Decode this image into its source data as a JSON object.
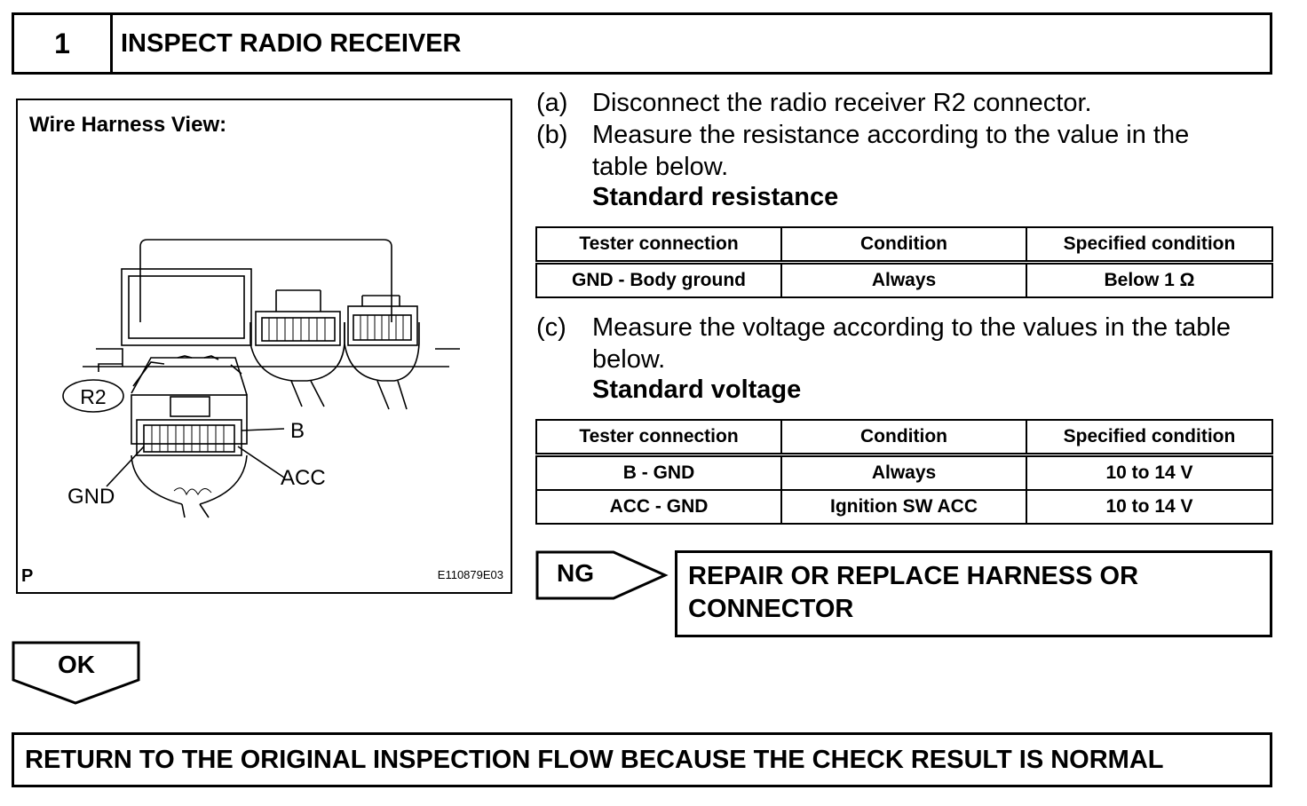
{
  "header": {
    "step_number": "1",
    "title": "INSPECT RADIO RECEIVER"
  },
  "figure": {
    "title": "Wire Harness View:",
    "connector_label": "R2",
    "pin_labels": {
      "b": "B",
      "acc": "ACC",
      "gnd": "GND"
    },
    "corner_letter": "P",
    "figure_code": "E110879E03"
  },
  "steps": [
    {
      "label": "(a)",
      "text": "Disconnect the radio receiver R2 connector."
    },
    {
      "label": "(b)",
      "text": "Measure the resistance according to the value in the table below."
    },
    {
      "label": "(c)",
      "text": "Measure the voltage according to the values in the table below."
    }
  ],
  "resistance": {
    "heading": "Standard resistance",
    "headers": [
      "Tester connection",
      "Condition",
      "Specified condition"
    ],
    "rows": [
      [
        "GND - Body ground",
        "Always",
        "Below 1 Ω"
      ]
    ]
  },
  "voltage": {
    "heading": "Standard voltage",
    "headers": [
      "Tester connection",
      "Condition",
      "Specified condition"
    ],
    "rows": [
      [
        "B - GND",
        "Always",
        "10 to 14 V"
      ],
      [
        "ACC - GND",
        "Ignition SW ACC",
        "10 to 14 V"
      ]
    ]
  },
  "ng": {
    "label": "NG",
    "result": "REPAIR OR REPLACE HARNESS OR CONNECTOR"
  },
  "ok": {
    "label": "OK",
    "result": "RETURN TO THE ORIGINAL INSPECTION FLOW BECAUSE THE CHECK RESULT IS NORMAL"
  }
}
